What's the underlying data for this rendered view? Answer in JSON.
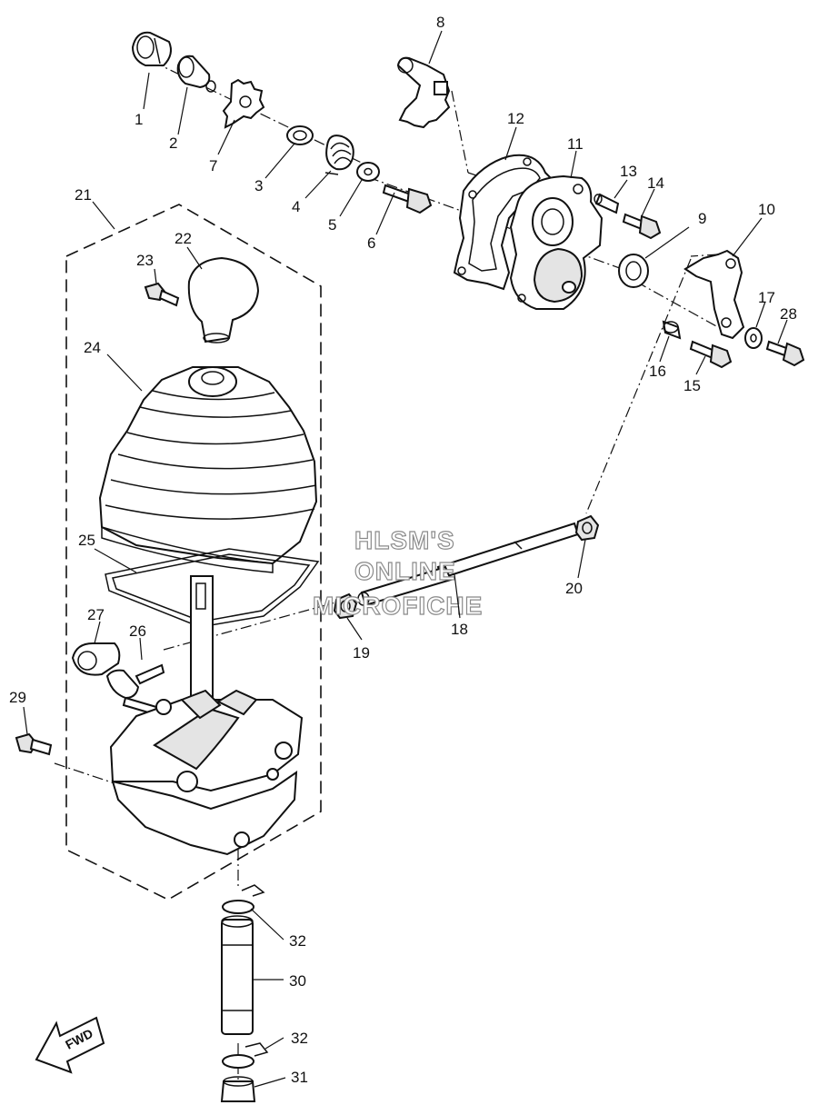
{
  "diagram": {
    "watermark": [
      "HLSM'S",
      "ONLINE",
      "MICROFICHE"
    ],
    "direction_label": "FWD",
    "callouts": [
      "1",
      "2",
      "3",
      "4",
      "5",
      "6",
      "7",
      "8",
      "9",
      "10",
      "11",
      "12",
      "13",
      "14",
      "15",
      "16",
      "17",
      "18",
      "19",
      "20",
      "21",
      "22",
      "23",
      "24",
      "25",
      "26",
      "27",
      "28",
      "29",
      "30",
      "31",
      "32",
      "32"
    ]
  }
}
